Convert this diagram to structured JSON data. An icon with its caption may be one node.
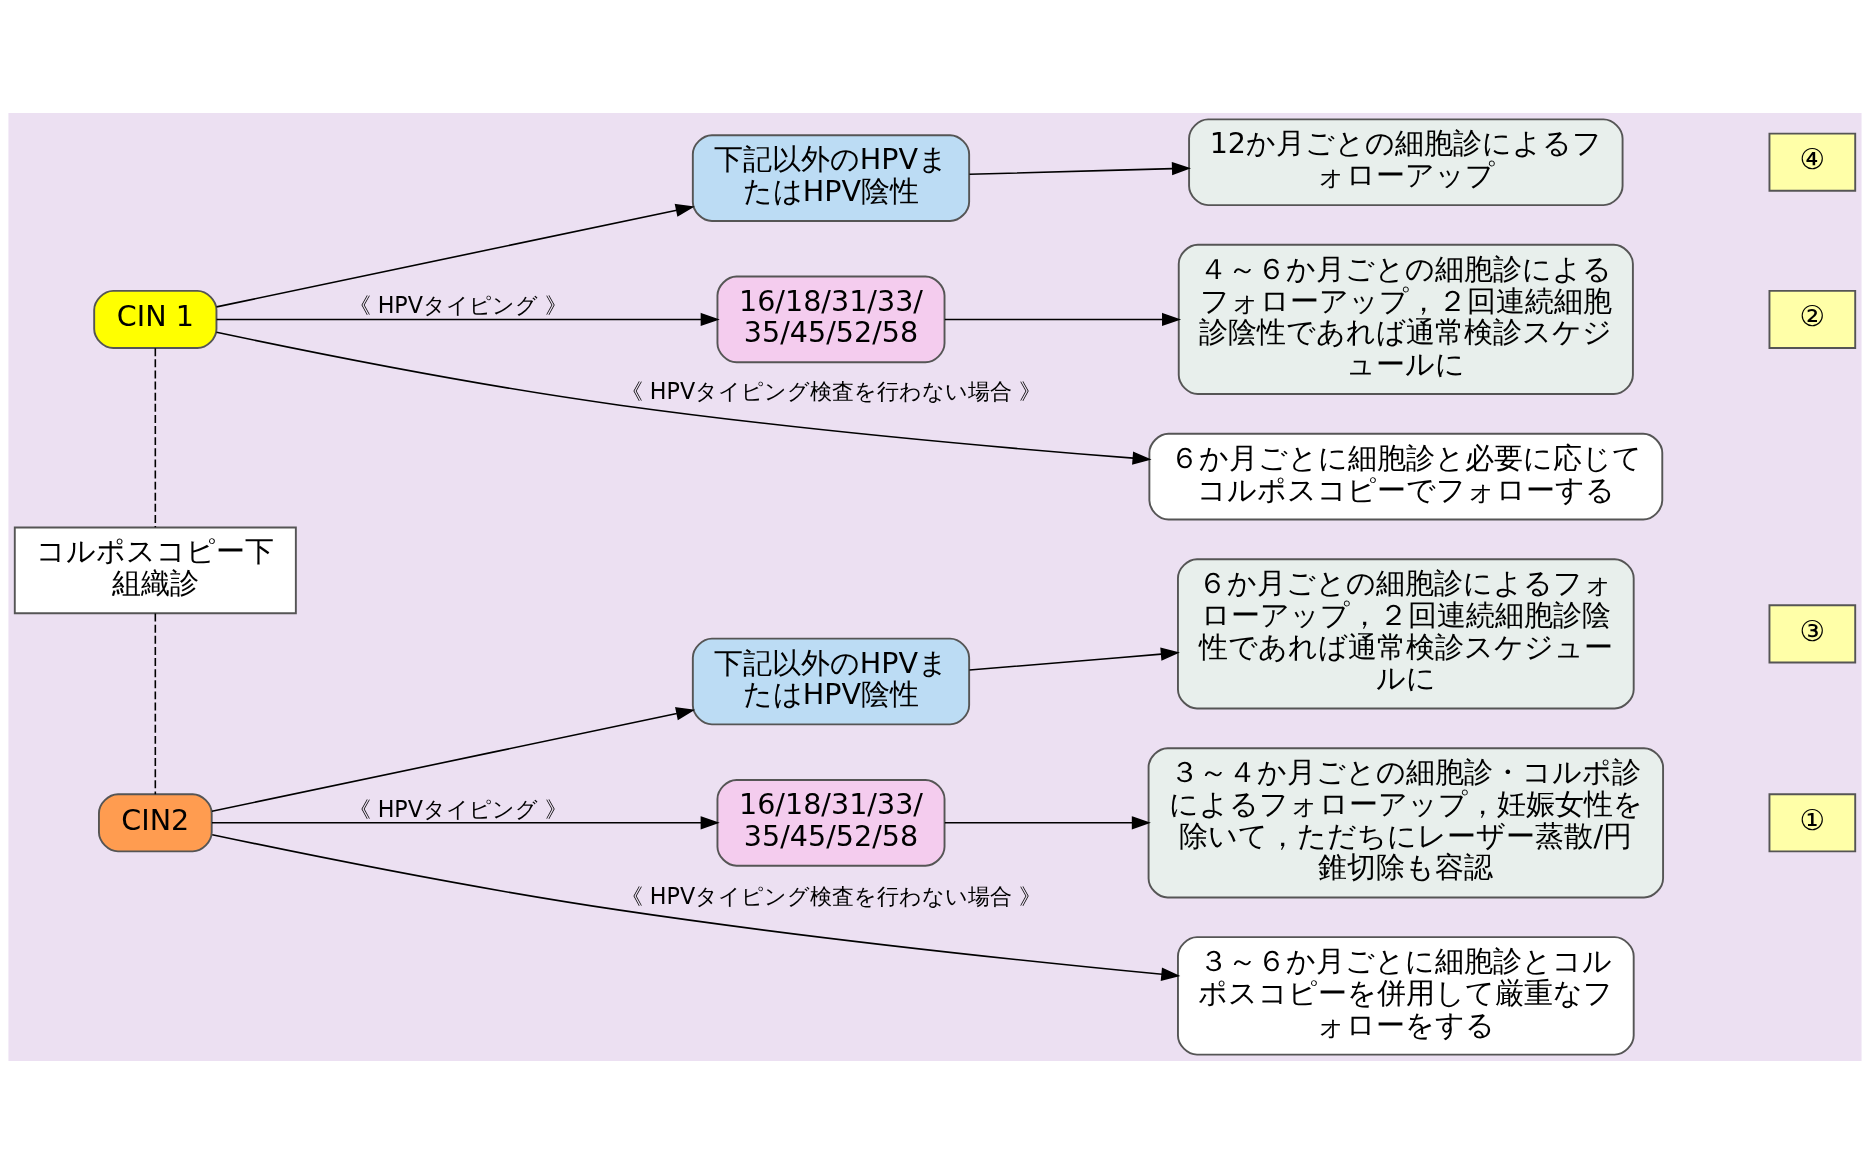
{
  "diagram": {
    "nodes": [
      {
        "text": [
          "CIN 1"
        ]
      },
      {
        "text": [
          "コルポスコピー下組織診"
        ]
      },
      {
        "text": [
          "CIN2"
        ]
      },
      {
        "text": [
          "下記以外のHPVまたはHPV陰性"
        ]
      },
      {
        "text": [
          "16/18/31/33/35/45/52/58"
        ]
      },
      {
        "text": [
          "６か月ごとに細胞診と必要に応じてコルポスコピーでフォローする"
        ]
      },
      {
        "text": [
          "12か月ごとの細胞診によるフォローアップ"
        ]
      },
      {
        "text": [
          "４～６か月ごとの細胞診によるフォローアップ，２回連続細胞診陰性であれば通常検診スケジュールに"
        ]
      },
      {
        "text": [
          "④"
        ]
      },
      {
        "text": [
          "②"
        ]
      },
      {
        "text": [
          "下記以外のHPVまたはHPV陰性"
        ]
      },
      {
        "text": [
          "16/18/31/33/35/45/52/58"
        ]
      },
      {
        "text": [
          "３～６か月ごとに細胞診とコルポスコピーを併用して厳重なフォローをする"
        ]
      },
      {
        "text": [
          "６か月ごとの細胞診によるフォローアップ，２回連続細胞診陰性であれば通常検診スケジュールに"
        ]
      },
      {
        "text": [
          "３～４か月ごとの細胞診・コルポ診によるフォローアップ，妊娠女性を除いて，ただちにレーザー蒸散/円錐切除も容認"
        ]
      },
      {
        "text": [
          "③"
        ]
      },
      {
        "text": [
          "①"
        ]
      }
    ],
    "edges": [
      {
        "from": 0,
        "to": 5,
        "arrow": "to",
        "label": "《 HPVタイピング検査を行わない場合 》"
      },
      {
        "from": 0,
        "to": 3,
        "arrow": "to"
      },
      {
        "from": 0,
        "to": 4,
        "arrow": "to",
        "label": "《 HPVタイピング 》"
      },
      {
        "from": 3,
        "to": 6,
        "arrow": "to"
      },
      {
        "from": 4,
        "to": 7,
        "arrow": "to"
      },
      {
        "from": 0,
        "to": 1,
        "arrow": "none",
        "style": "dashed"
      },
      {
        "from": 1,
        "to": 2,
        "arrow": "none",
        "style": "dashed"
      },
      {
        "from": 2,
        "to": 12,
        "arrow": "to",
        "label": "《 HPVタイピング検査を行わない場合 》"
      },
      {
        "from": 2,
        "to": 10,
        "arrow": "to"
      },
      {
        "from": 2,
        "to": 11,
        "arrow": "to",
        "label": "《 HPVタイピング 》"
      },
      {
        "from": 10,
        "to": 13,
        "arrow": "to"
      },
      {
        "from": 11,
        "to": 14,
        "arrow": "to"
      }
    ]
  }
}
